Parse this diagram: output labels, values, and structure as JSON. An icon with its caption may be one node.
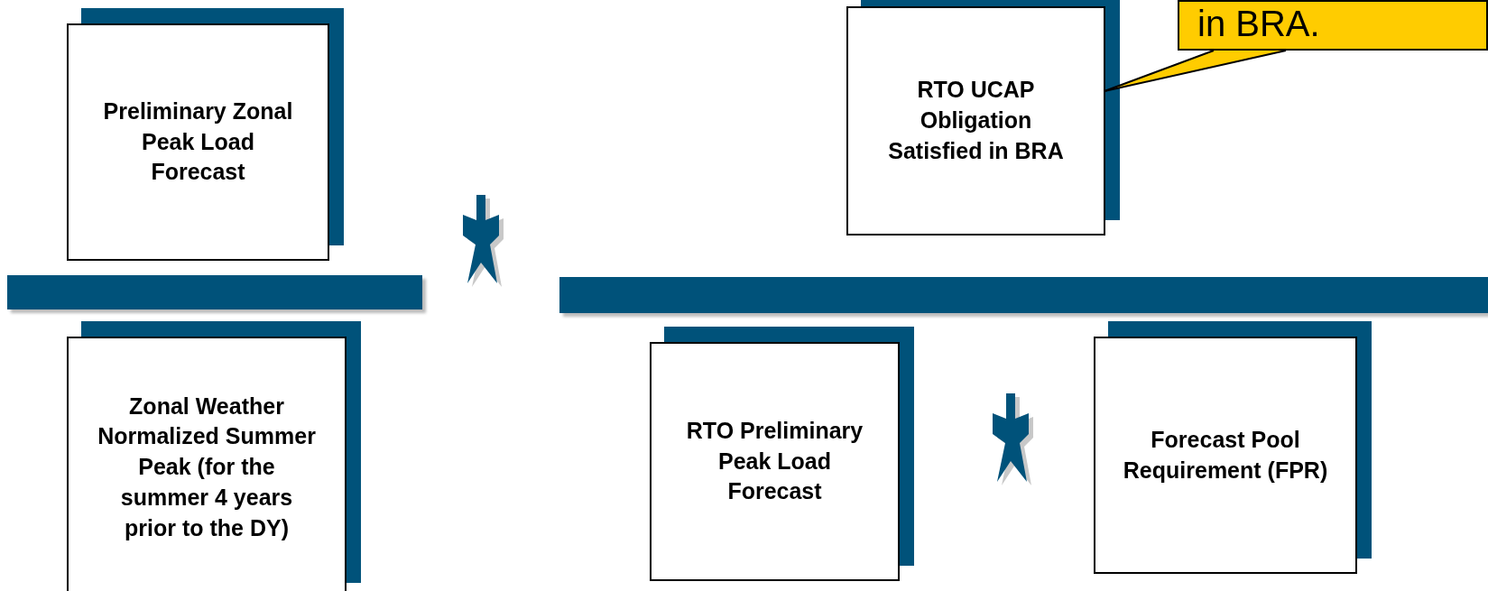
{
  "diagram": {
    "nodes": [
      {
        "text": [
          "Preliminary Zonal Peak Load Forecast"
        ]
      },
      {
        "text": [
          "RTO UCAP Obligation Satisfied in BRA"
        ]
      },
      {
        "text": [
          "in BRA."
        ]
      },
      {
        "text": [
          "Zonal Weather Normalized Summer Peak (for the summer 4 years prior to the DY)"
        ]
      },
      {
        "text": [
          "RTO Preliminary Peak Load Forecast"
        ]
      },
      {
        "text": [
          "Forecast Pool Requirement (FPR)"
        ]
      },
      {
        "text": [],
        "shape": "bar"
      },
      {
        "text": [],
        "shape": "bar"
      }
    ],
    "edges": [
      {
        "from": 2,
        "to": 1,
        "arrow": "none"
      }
    ]
  }
}
